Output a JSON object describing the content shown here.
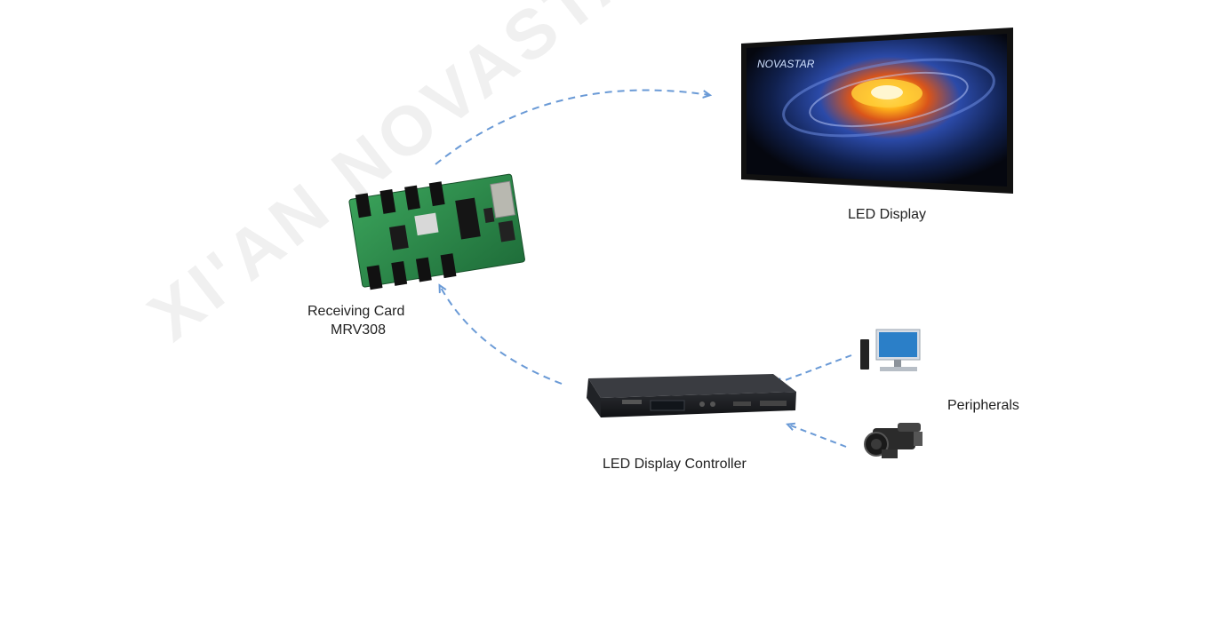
{
  "watermark": {
    "text": "XI'AN NOVASTAR TECH"
  },
  "led_display": {
    "label": "LED Display",
    "screen_logo": "NOVASTAR"
  },
  "receiving_card": {
    "label_line1": "Receiving Card",
    "label_line2": "MRV308"
  },
  "controller": {
    "label": "LED Display Controller"
  },
  "peripherals": {
    "label": "Peripherals",
    "items": [
      {
        "name": "computer",
        "icon": "desktop-computer-icon"
      },
      {
        "name": "camcorder",
        "icon": "video-camera-icon"
      }
    ]
  },
  "colors": {
    "arrow": "#6a9ad6",
    "pcb": "#2e8a4c",
    "controller": "#1c1d20",
    "monitor_frame": "#141414"
  }
}
